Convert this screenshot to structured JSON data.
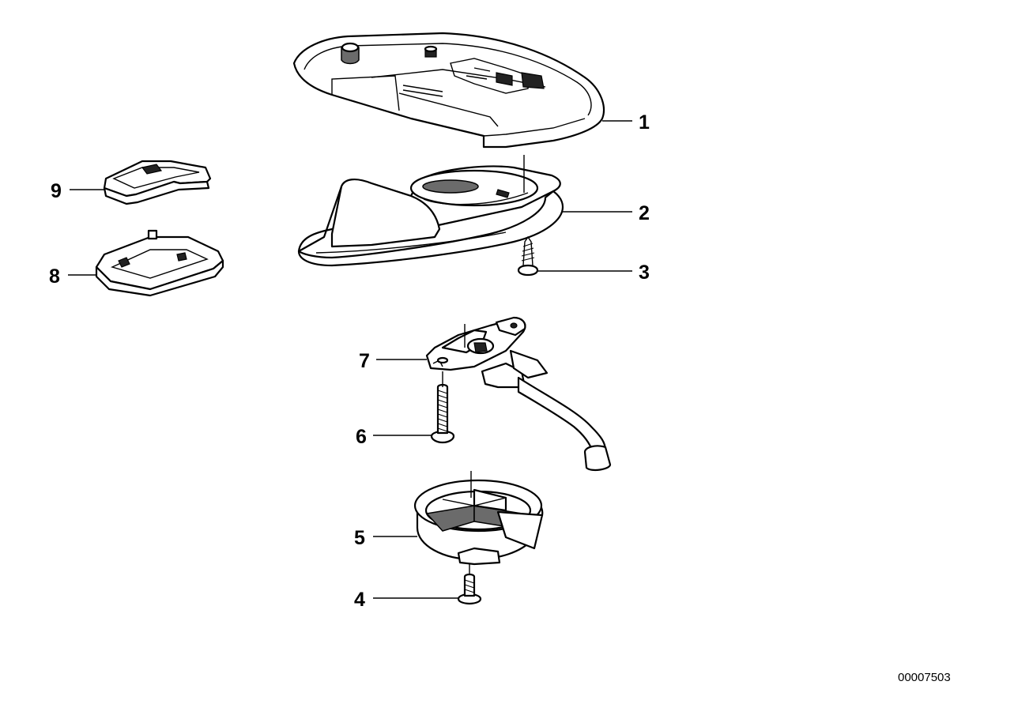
{
  "diagram": {
    "callouts": [
      "1",
      "2",
      "3",
      "4",
      "5",
      "6",
      "7",
      "8",
      "9"
    ],
    "document_number": "00007503"
  }
}
